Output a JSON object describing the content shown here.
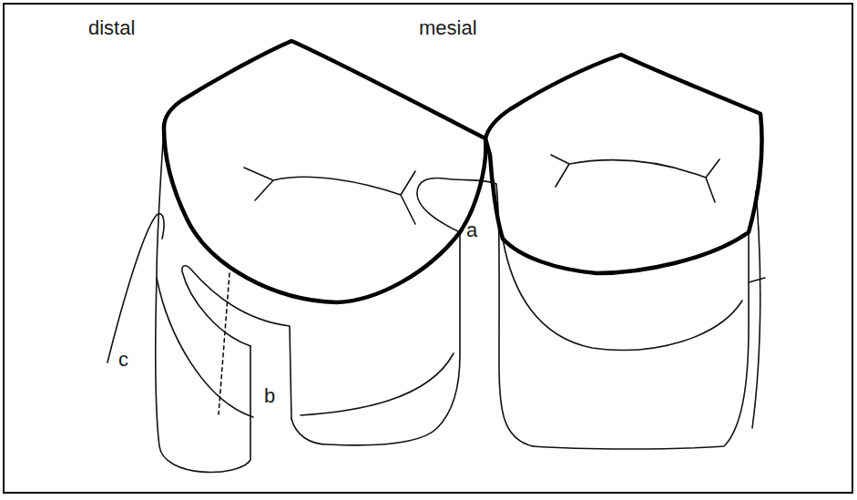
{
  "diagram": {
    "labels": [
      "distal",
      "mesial",
      "a",
      "b",
      "c"
    ]
  }
}
